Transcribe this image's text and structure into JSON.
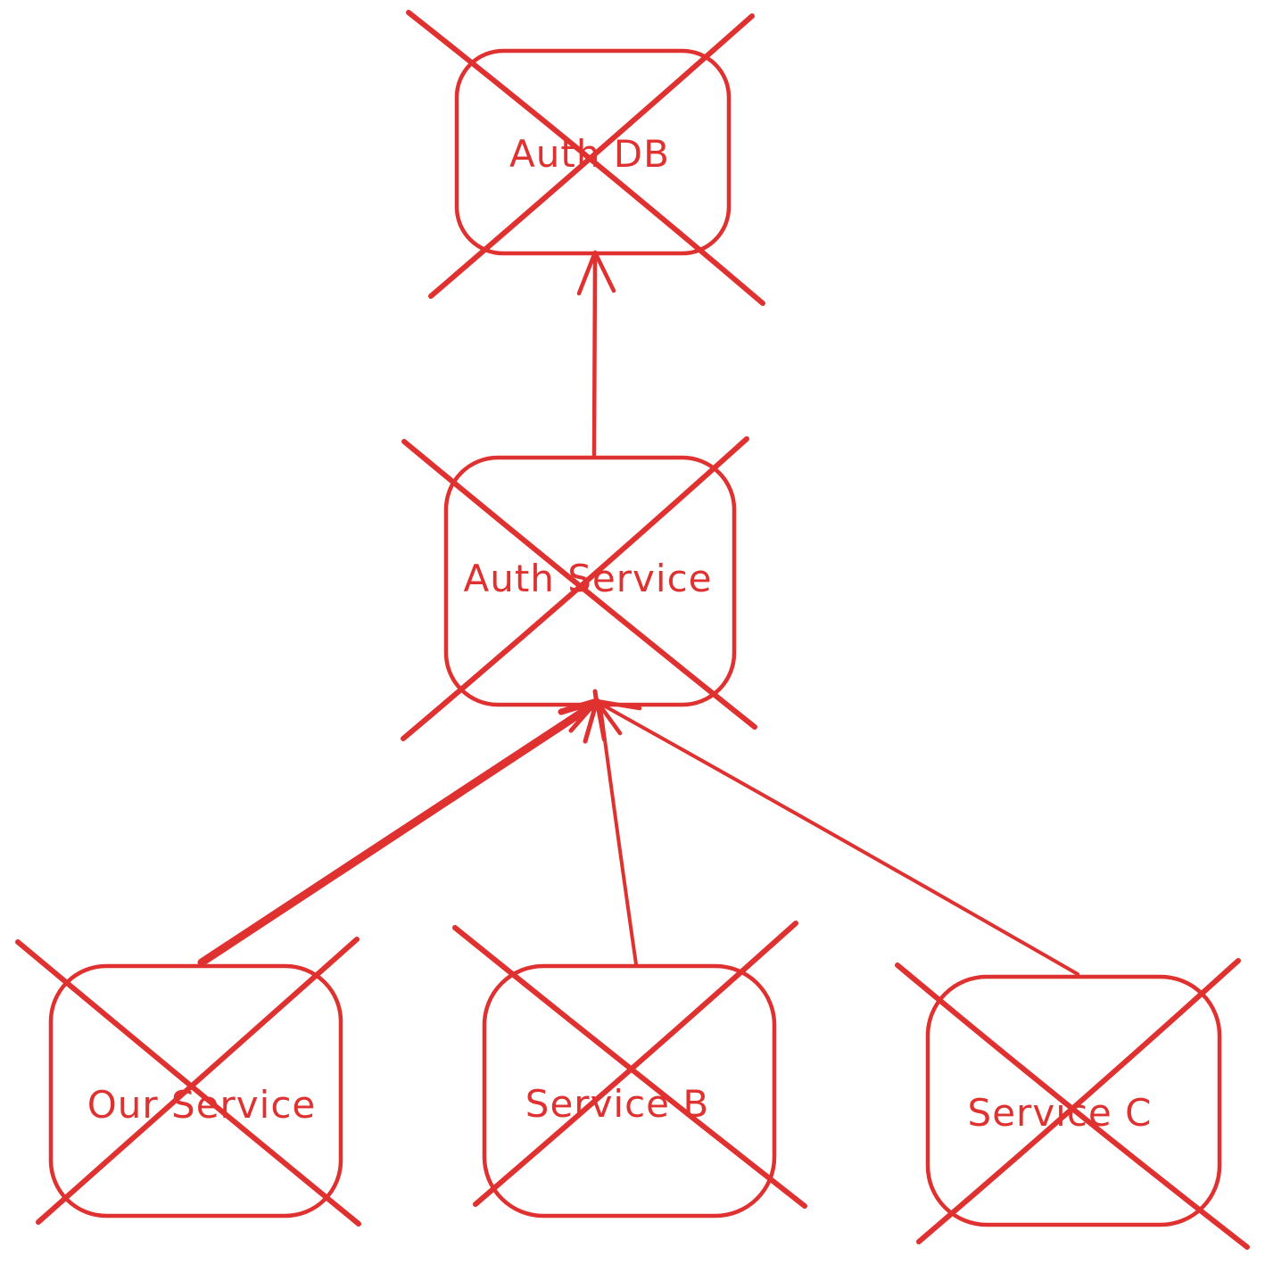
{
  "diagram": {
    "style": "hand-drawn sketch, red ink on white canvas",
    "ink_color": "#e03131",
    "background_color": "#ffffff",
    "nodes": [
      {
        "id": "auth-db",
        "label": "Auth DB",
        "crossed_out": true
      },
      {
        "id": "auth-service",
        "label": "Auth Service",
        "crossed_out": true
      },
      {
        "id": "our-service",
        "label": "Our Service",
        "crossed_out": true
      },
      {
        "id": "service-b",
        "label": "Service B",
        "crossed_out": true
      },
      {
        "id": "service-c",
        "label": "Service C",
        "crossed_out": true
      }
    ],
    "edges": [
      {
        "from": "auth-service",
        "to": "auth-db",
        "type": "arrow",
        "weight": "normal"
      },
      {
        "from": "our-service",
        "to": "auth-service",
        "type": "arrow",
        "weight": "bold"
      },
      {
        "from": "service-b",
        "to": "auth-service",
        "type": "arrow",
        "weight": "normal"
      },
      {
        "from": "service-c",
        "to": "auth-service",
        "type": "arrow",
        "weight": "normal"
      }
    ]
  }
}
